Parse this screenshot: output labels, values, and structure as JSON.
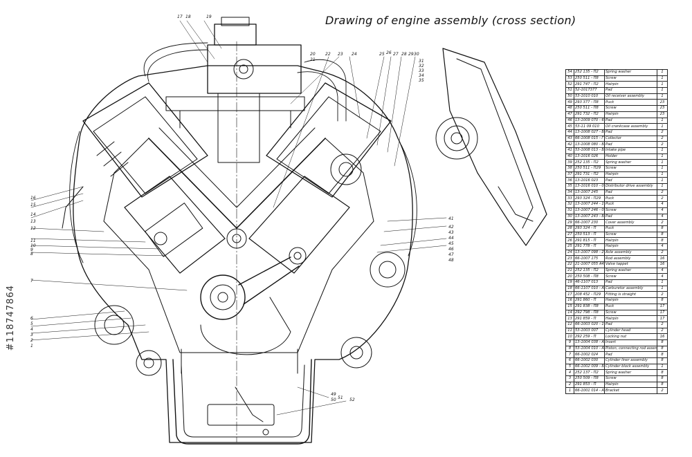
{
  "title": "Drawing of engine assembly (cross section)",
  "watermark": "#118747864",
  "colors": {
    "line": "#111111",
    "background": "#ffffff"
  },
  "callouts_top": [
    "17",
    "18",
    "19",
    "20",
    "21",
    "22",
    "23",
    "24",
    "25",
    "26",
    "27",
    "28",
    "29",
    "30",
    "31",
    "32",
    "33",
    "34",
    "35"
  ],
  "callouts_left": [
    "16",
    "15",
    "14",
    "13",
    "12",
    "11",
    "10",
    "9",
    "8",
    "7",
    "6",
    "5",
    "4",
    "3",
    "2",
    "1"
  ],
  "callouts_right": [
    "41",
    "42",
    "43",
    "44",
    "45",
    "46",
    "47",
    "48"
  ],
  "callouts_bottom": [
    "49",
    "50",
    "51",
    "52"
  ],
  "parts_table": [
    {
      "pos": "54",
      "code": "252 135 - П2",
      "name": "Spring washer",
      "qty": "1"
    },
    {
      "pos": "53",
      "code": "250 511 - П8",
      "name": "Screw",
      "qty": "1"
    },
    {
      "pos": "52",
      "code": "291 747 - П2",
      "name": "Hairpin",
      "qty": "1"
    },
    {
      "pos": "51",
      "code": "52-1017377",
      "name": "Pad",
      "qty": "1"
    },
    {
      "pos": "50",
      "code": "53-1010 010",
      "name": "Oil receiver assembly",
      "qty": "1"
    },
    {
      "pos": "49",
      "code": "293 377 - П8",
      "name": "Puck",
      "qty": "23"
    },
    {
      "pos": "48",
      "code": "250 511 - П8",
      "name": "Screw",
      "qty": "23"
    },
    {
      "pos": "47",
      "code": "291 732 - П2",
      "name": "Hairpin",
      "qty": "23"
    },
    {
      "pos": "46",
      "code": "13-1009 070 - 61",
      "name": "Pad",
      "qty": "1"
    },
    {
      "pos": "45",
      "code": "53-11 09 010",
      "name": "Oil crankcase assembly",
      "qty": "1"
    },
    {
      "pos": "44",
      "code": "13-1008 027 - Б",
      "name": "Pad",
      "qty": "2"
    },
    {
      "pos": "43",
      "code": "66-1008 015 - Г",
      "name": "Collector",
      "qty": "2"
    },
    {
      "pos": "42",
      "code": "13-1008 080 - Б",
      "name": "Pad",
      "qty": "2"
    },
    {
      "pos": "41",
      "code": "53-1008 013 - Б",
      "name": "Intake pipe",
      "qty": "1"
    },
    {
      "pos": "40",
      "code": "13-1016 026",
      "name": "Holder",
      "qty": "1"
    },
    {
      "pos": "39",
      "code": "252 135 - П2",
      "name": "Spring washer",
      "qty": "1"
    },
    {
      "pos": "38",
      "code": "250 511 - П29",
      "name": "Screw",
      "qty": "1"
    },
    {
      "pos": "37",
      "code": "291 731 - П2",
      "name": "Hairpin",
      "qty": "1"
    },
    {
      "pos": "36",
      "code": "13-1016 023",
      "name": "Pad",
      "qty": "1"
    },
    {
      "pos": "35",
      "code": "13-1016 010 - 01",
      "name": "Distributor drive assembly",
      "qty": "1"
    },
    {
      "pos": "34",
      "code": "13-1007 245",
      "name": "Pad",
      "qty": "2"
    },
    {
      "pos": "33",
      "code": "293 324 - П29",
      "name": "Puck",
      "qty": "2"
    },
    {
      "pos": "32",
      "code": "13-1007 244 - 11",
      "name": "Puck",
      "qty": "4"
    },
    {
      "pos": "31",
      "code": "13-1007 246 - 01",
      "name": "Screw",
      "qty": "4"
    },
    {
      "pos": "30",
      "code": "13-1007 243 - Б",
      "name": "Pad",
      "qty": "4"
    },
    {
      "pos": "29",
      "code": "66-1007 230",
      "name": "Cover assembly",
      "qty": "2"
    },
    {
      "pos": "28",
      "code": "293 324 - П",
      "name": "Puck",
      "qty": "8"
    },
    {
      "pos": "27",
      "code": "250 513 - П",
      "name": "Screw",
      "qty": "8"
    },
    {
      "pos": "26",
      "code": "291 815 - П",
      "name": "Hairpin",
      "qty": "8"
    },
    {
      "pos": "25",
      "code": "291 778 - П",
      "name": "Hairpin",
      "qty": "4"
    },
    {
      "pos": "24",
      "code": "13-1007 098 - 21",
      "name": "Axle assembly",
      "qty": "2"
    },
    {
      "pos": "23",
      "code": "66-1007 175",
      "name": "Rod assembly",
      "qty": "16"
    },
    {
      "pos": "22",
      "code": "21-1007 055 А4",
      "name": "Valve tappet",
      "qty": "16"
    },
    {
      "pos": "21",
      "code": "252 135 - П2",
      "name": "Spring washer",
      "qty": "4"
    },
    {
      "pos": "20",
      "code": "250 508 - П8",
      "name": "Screw",
      "qty": "4"
    },
    {
      "pos": "19",
      "code": "46-1107 013",
      "name": "Pad",
      "qty": "1"
    },
    {
      "pos": "18",
      "code": "66-1107 010 - А",
      "name": "Carburetor assembly",
      "qty": "1"
    },
    {
      "pos": "17",
      "code": "208 452 - П29",
      "name": "Fitting is straight",
      "qty": "2"
    },
    {
      "pos": "16",
      "code": "291 860 - П",
      "name": "Hairpin",
      "qty": "8"
    },
    {
      "pos": "15",
      "code": "291 838 - П8",
      "name": "Puck",
      "qty": "17"
    },
    {
      "pos": "14",
      "code": "292 798 - П8",
      "name": "Screw",
      "qty": "17"
    },
    {
      "pos": "13",
      "code": "291 859 - П",
      "name": "Hairpin",
      "qty": "17"
    },
    {
      "pos": "12",
      "code": "66-1003 020 - 10",
      "name": "Pad",
      "qty": "2"
    },
    {
      "pos": "11",
      "code": "53-1003 007",
      "name": "Cylinder head",
      "qty": "2"
    },
    {
      "pos": "10",
      "code": "292 259 - П",
      "name": "Locking nut",
      "qty": "16"
    },
    {
      "pos": "9",
      "code": "13-1004 038 - А2",
      "name": "Insert",
      "qty": "8"
    },
    {
      "pos": "8",
      "code": "53-1004 010 - А",
      "name": "Piston, connecting rod assembly",
      "qty": "8"
    },
    {
      "pos": "7",
      "code": "66-1002 024",
      "name": "Pad",
      "qty": "8"
    },
    {
      "pos": "6",
      "code": "66-1002 030",
      "name": "Cylinder liner assembly",
      "qty": "8"
    },
    {
      "pos": "5",
      "code": "66-1002 009 - Б",
      "name": "Cylinder block assembly",
      "qty": "1"
    },
    {
      "pos": "4",
      "code": "252 137 - П2",
      "name": "Spring washer",
      "qty": "8"
    },
    {
      "pos": "3",
      "code": "250 509 - П8",
      "name": "Screw",
      "qty": "8"
    },
    {
      "pos": "2",
      "code": "291 853 - П",
      "name": "Hairpin",
      "qty": "8"
    },
    {
      "pos": "1",
      "code": "66-1001 014 - А",
      "name": "Bracket",
      "qty": "2"
    }
  ]
}
